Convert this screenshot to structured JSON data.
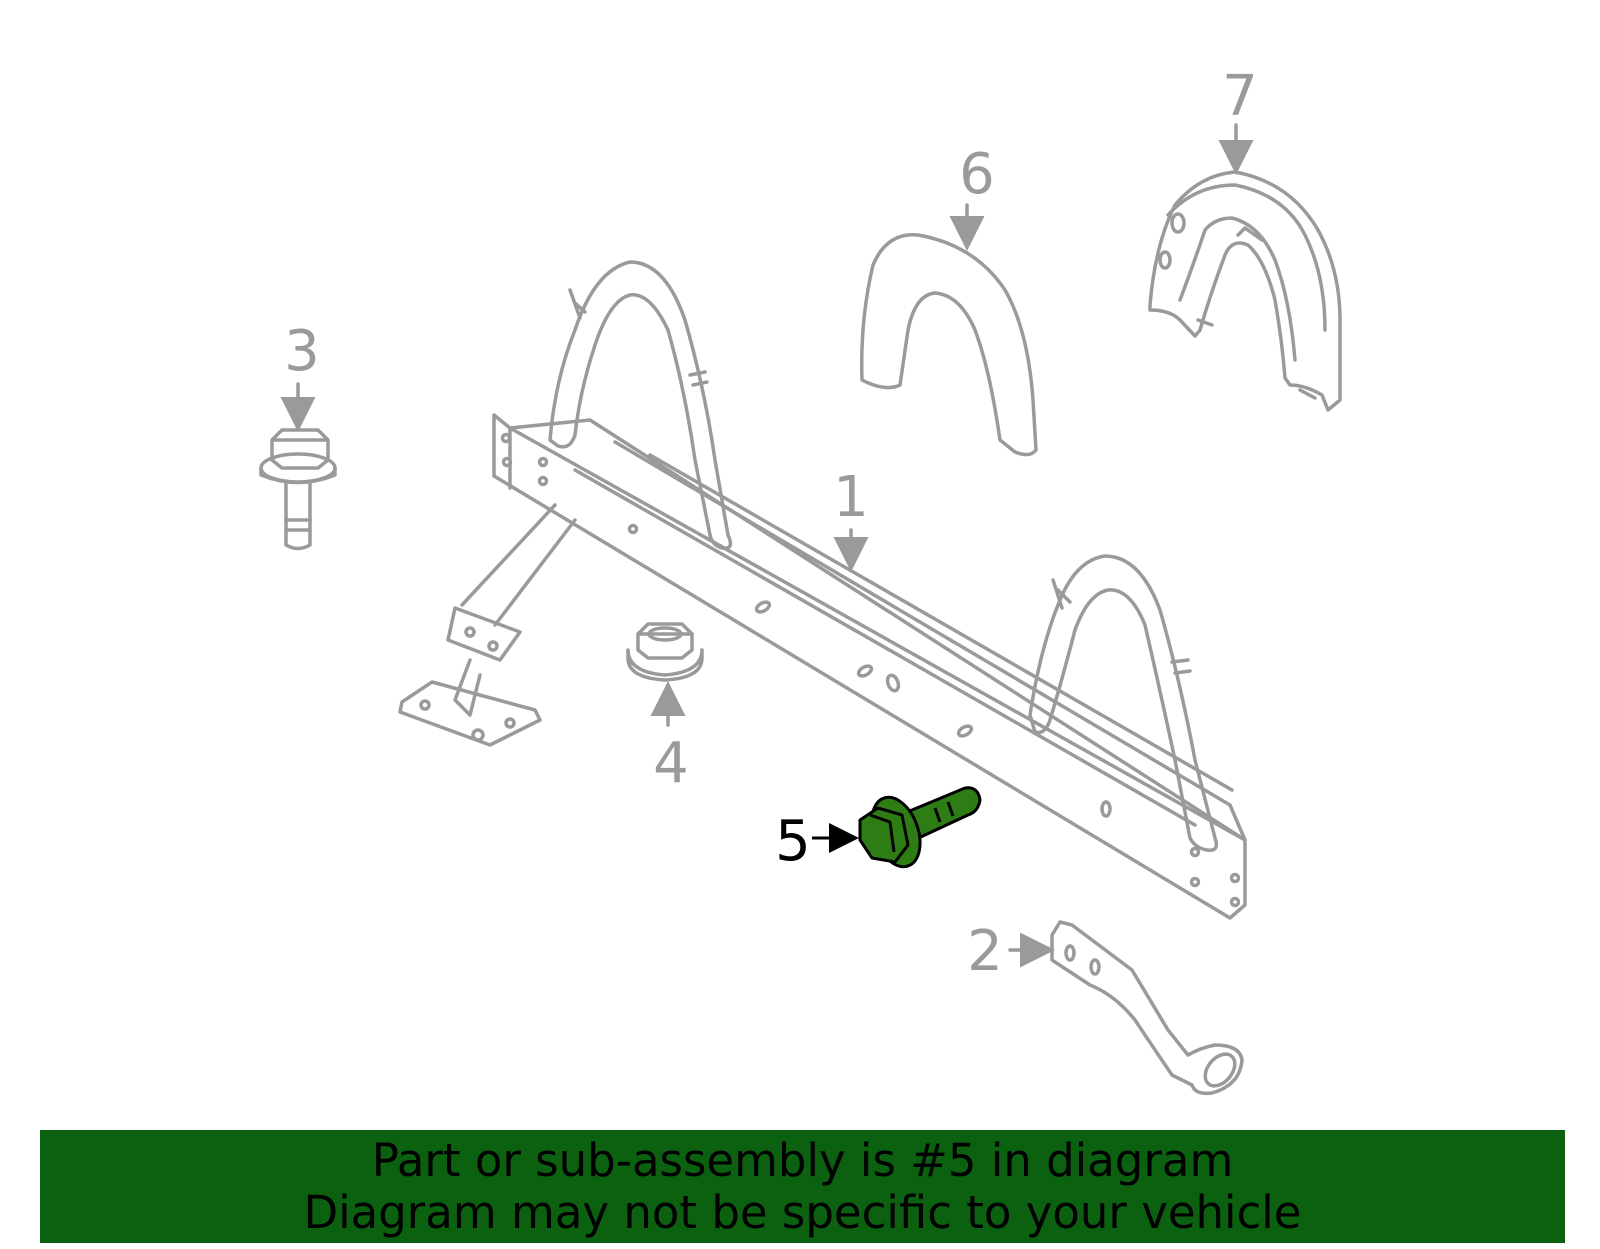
{
  "colors": {
    "line": "#9a9a9a",
    "highlight_fill": "#2e7d14",
    "highlight_stroke": "#000000",
    "banner_bg": "#0b6110",
    "banner_text": "#000000",
    "background": "#ffffff"
  },
  "callouts": {
    "c1": "1",
    "c2": "2",
    "c3": "3",
    "c4": "4",
    "c5": "5",
    "c6": "6",
    "c7": "7"
  },
  "highlighted_part": "5",
  "banner": {
    "line1": "Part or sub-assembly is #5 in diagram",
    "line2": "Diagram may not be specific to your vehicle"
  }
}
